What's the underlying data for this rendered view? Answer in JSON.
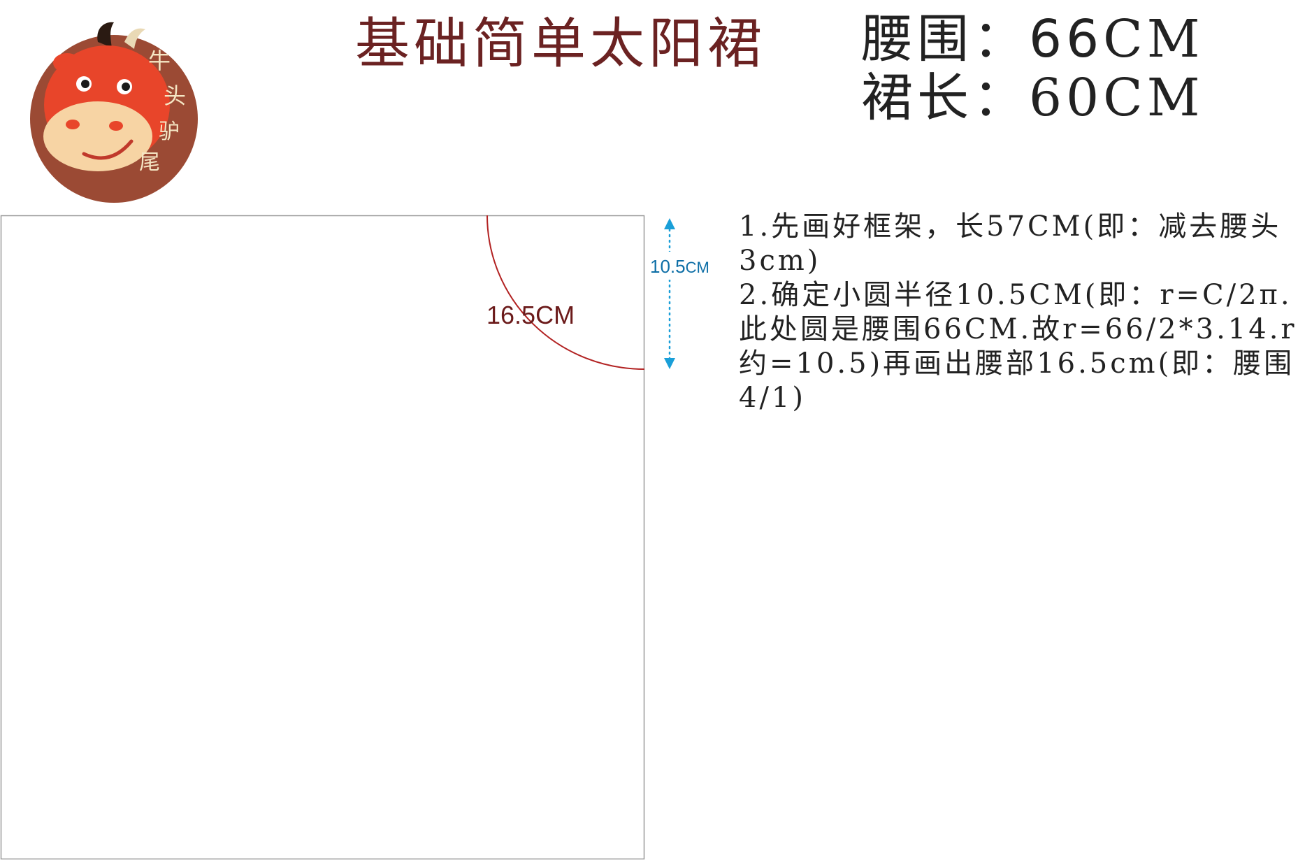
{
  "logo": {
    "text": "牛头驴尾",
    "chars": [
      "牛",
      "头",
      "驴",
      "尾"
    ]
  },
  "title": "基础简单太阳裙",
  "measurements": [
    {
      "label": "腰围：",
      "value": "66",
      "unit": "CM"
    },
    {
      "label": "裙长：",
      "value": "60",
      "unit": "CM"
    }
  ],
  "diagram": {
    "arc_label": "16.5CM",
    "radius_label": "10.5",
    "radius_unit": "CM"
  },
  "notes": [
    "1.先画好框架，长57CM(即：减去腰头3cm)",
    "2.确定小圆半径10.5CM(即：r=C/2π.此处圆是腰围66CM.故r=66/2*3.14.r约=10.5)再画出腰部16.5cm(即：腰围4/1)"
  ],
  "colors": {
    "title": "#6b2222",
    "arc": "#b22222",
    "dimension": "#1a9fd8",
    "logo_bg": "#9b4a34",
    "cow": "#e8452a"
  }
}
